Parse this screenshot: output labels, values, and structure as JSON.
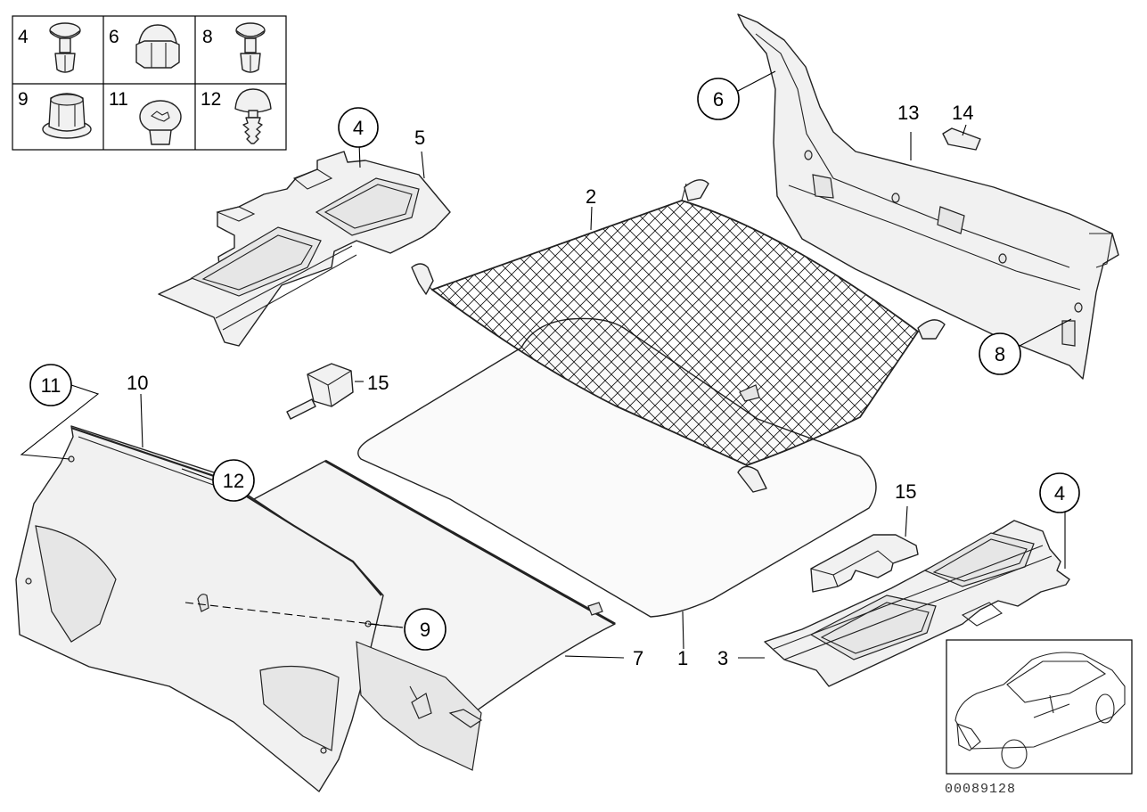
{
  "inset_grid": [
    {
      "number": "4",
      "icon": "push-rivet-icon"
    },
    {
      "number": "6",
      "icon": "hex-cap-nut-icon"
    },
    {
      "number": "8",
      "icon": "push-rivet-icon"
    },
    {
      "number": "9",
      "icon": "expanding-clip-icon"
    },
    {
      "number": "11",
      "icon": "torx-screw-icon"
    },
    {
      "number": "12",
      "icon": "christmas-tree-clip-icon"
    }
  ],
  "callouts": {
    "c1": "1",
    "c2": "2",
    "c3": "3",
    "c4a": "4",
    "c4b": "4",
    "c5": "5",
    "c6": "6",
    "c7": "7",
    "c8": "8",
    "c9": "9",
    "c10": "10",
    "c11": "11",
    "c12": "12",
    "c13": "13",
    "c14": "14",
    "c15a": "15",
    "c15b": "15"
  },
  "diagram_code": "00089128"
}
